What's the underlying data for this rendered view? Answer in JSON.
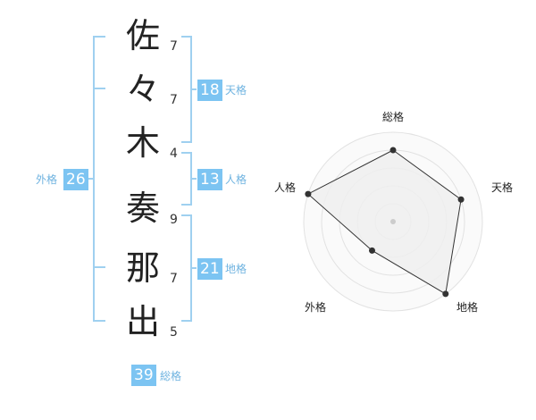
{
  "name": {
    "chars": [
      "佐",
      "々",
      "木",
      "奏",
      "那",
      "出"
    ],
    "strokes": [
      "7",
      "7",
      "4",
      "9",
      "7",
      "5"
    ]
  },
  "kaku": {
    "tenkaku": {
      "value": "18",
      "label": "天格"
    },
    "jinkaku": {
      "value": "13",
      "label": "人格"
    },
    "chikaku": {
      "value": "21",
      "label": "地格"
    },
    "gaikaku": {
      "value": "26",
      "label": "外格"
    },
    "soukaku": {
      "value": "39",
      "label": "総格"
    }
  },
  "radar": {
    "axes": [
      "総格",
      "天格",
      "地格",
      "外格",
      "人格"
    ],
    "levels": 5,
    "scores": [
      4,
      4,
      5,
      2,
      5
    ]
  },
  "colors": {
    "accent": "#7cc4f2",
    "bracket": "#9fd0f0",
    "radar_fill": "#eeeeee",
    "radar_line": "#333333"
  }
}
